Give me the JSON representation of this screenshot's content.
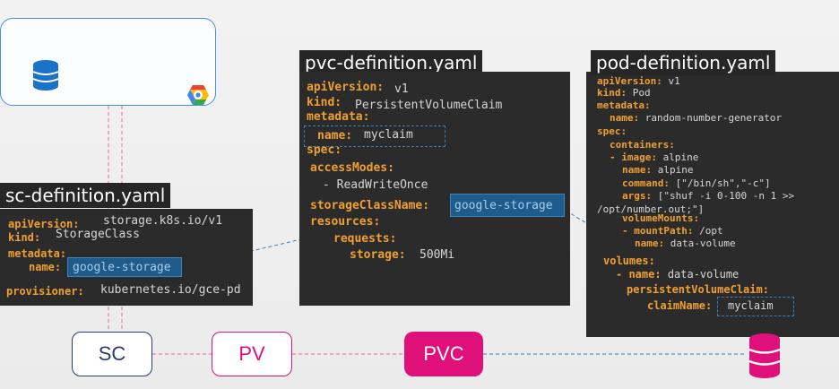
{
  "sc": {
    "title": "sc-definition.yaml",
    "lines": [
      {
        "k": "apiVersion:",
        "v": "storage.k8s.io/v1"
      },
      {
        "k": "kind:",
        "v": "StorageClass"
      },
      {
        "k": "metadata:",
        "v": ""
      },
      {
        "k": "name:",
        "v": "google-storage"
      },
      {
        "k": "provisioner:",
        "v": "kubernetes.io/gce-pd"
      }
    ]
  },
  "pvc": {
    "title": "pvc-definition.yaml",
    "lines": [
      {
        "k": "apiVersion:",
        "v": "v1"
      },
      {
        "k": "kind:",
        "v": "PersistentVolumeClaim"
      },
      {
        "k": "metadata:",
        "v": ""
      },
      {
        "k": "name:",
        "v": "myclaim"
      },
      {
        "k": "spec:",
        "v": ""
      },
      {
        "k": "accessModes:",
        "v": ""
      },
      {
        "k": "",
        "v": "- ReadWriteOnce"
      },
      {
        "k": "storageClassName:",
        "v": "google-storage"
      },
      {
        "k": "resources:",
        "v": ""
      },
      {
        "k": "requests:",
        "v": ""
      },
      {
        "k": "storage:",
        "v": "500Mi"
      }
    ]
  },
  "pod": {
    "title": "pod-definition.yaml",
    "lines": [
      {
        "k": "apiVersion:",
        "v": "v1"
      },
      {
        "k": "kind:",
        "v": "Pod"
      },
      {
        "k": "metadata:",
        "v": ""
      },
      {
        "k": "name:",
        "v": "random-number-generator"
      },
      {
        "k": "spec:",
        "v": ""
      },
      {
        "k": "containers:",
        "v": ""
      },
      {
        "k": "- image:",
        "v": "alpine"
      },
      {
        "k": "name:",
        "v": "alpine"
      },
      {
        "k": "command:",
        "v": "[\"/bin/sh\",\"-c\"]"
      },
      {
        "k": "args:",
        "v": "[\"shuf -i 0-100 -n 1 >>"
      },
      {
        "k": "",
        "v": "/opt/number.out;\"]"
      },
      {
        "k": "volumeMounts:",
        "v": ""
      },
      {
        "k": "- mountPath:",
        "v": "/opt"
      },
      {
        "k": "name:",
        "v": "data-volume"
      },
      {
        "k": "volumes:",
        "v": ""
      },
      {
        "k": "- name:",
        "v": "data-volume"
      },
      {
        "k": "persistentVolumeClaim:",
        "v": ""
      },
      {
        "k": "claimName:",
        "v": "myclaim"
      }
    ]
  },
  "nodes": {
    "sc": "SC",
    "pv": "PV",
    "pvc": "PVC"
  },
  "colors": {
    "sc_border": "#2e3a6e",
    "pv_border": "#e0107a",
    "pvc_fill": "#e0107a",
    "db_blue": "#1a73c8",
    "db_pink": "#e0107a",
    "connector_blue": "#3d7db5",
    "connector_pink": "#e86aa8"
  },
  "icons": [
    "database-icon",
    "google-cloud-icon",
    "database-icon-pink"
  ]
}
